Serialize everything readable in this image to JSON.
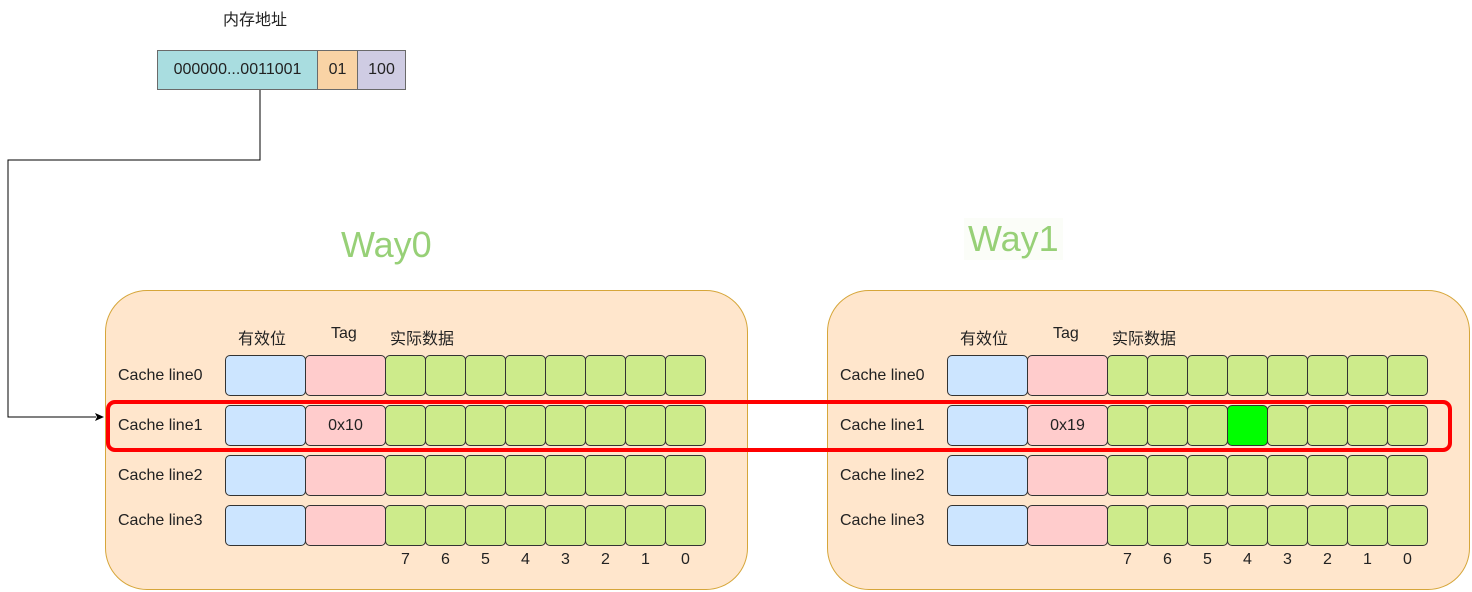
{
  "address": {
    "title": "内存地址",
    "tag": {
      "text": "000000...0011001",
      "color": "#a9dde0"
    },
    "index": {
      "text": "01",
      "color": "#f9d3a5"
    },
    "offset": {
      "text": "100",
      "color": "#cfcce3"
    }
  },
  "headers": {
    "valid": "有效位",
    "tag": "Tag",
    "data": "实际数据"
  },
  "bit_labels": [
    "7",
    "6",
    "5",
    "4",
    "3",
    "2",
    "1",
    "0"
  ],
  "ways": [
    {
      "title": "Way0",
      "lines": [
        {
          "label": "Cache line0",
          "tag": "",
          "hit_bit": null
        },
        {
          "label": "Cache line1",
          "tag": "0x10",
          "hit_bit": null
        },
        {
          "label": "Cache line2",
          "tag": "",
          "hit_bit": null
        },
        {
          "label": "Cache line3",
          "tag": "",
          "hit_bit": null
        }
      ]
    },
    {
      "title": "Way1",
      "lines": [
        {
          "label": "Cache line0",
          "tag": "",
          "hit_bit": null
        },
        {
          "label": "Cache line1",
          "tag": "0x19",
          "hit_bit": "4"
        },
        {
          "label": "Cache line2",
          "tag": "",
          "hit_bit": null
        },
        {
          "label": "Cache line3",
          "tag": "",
          "hit_bit": null
        }
      ]
    }
  ],
  "colors": {
    "way_title": "#97d077",
    "way_box": "#ffe6cc",
    "valid": "#cce5ff",
    "tag": "#ffcccc",
    "data": "#cdeb8b",
    "hit": "#00ff00",
    "highlight": "#ff0000"
  }
}
